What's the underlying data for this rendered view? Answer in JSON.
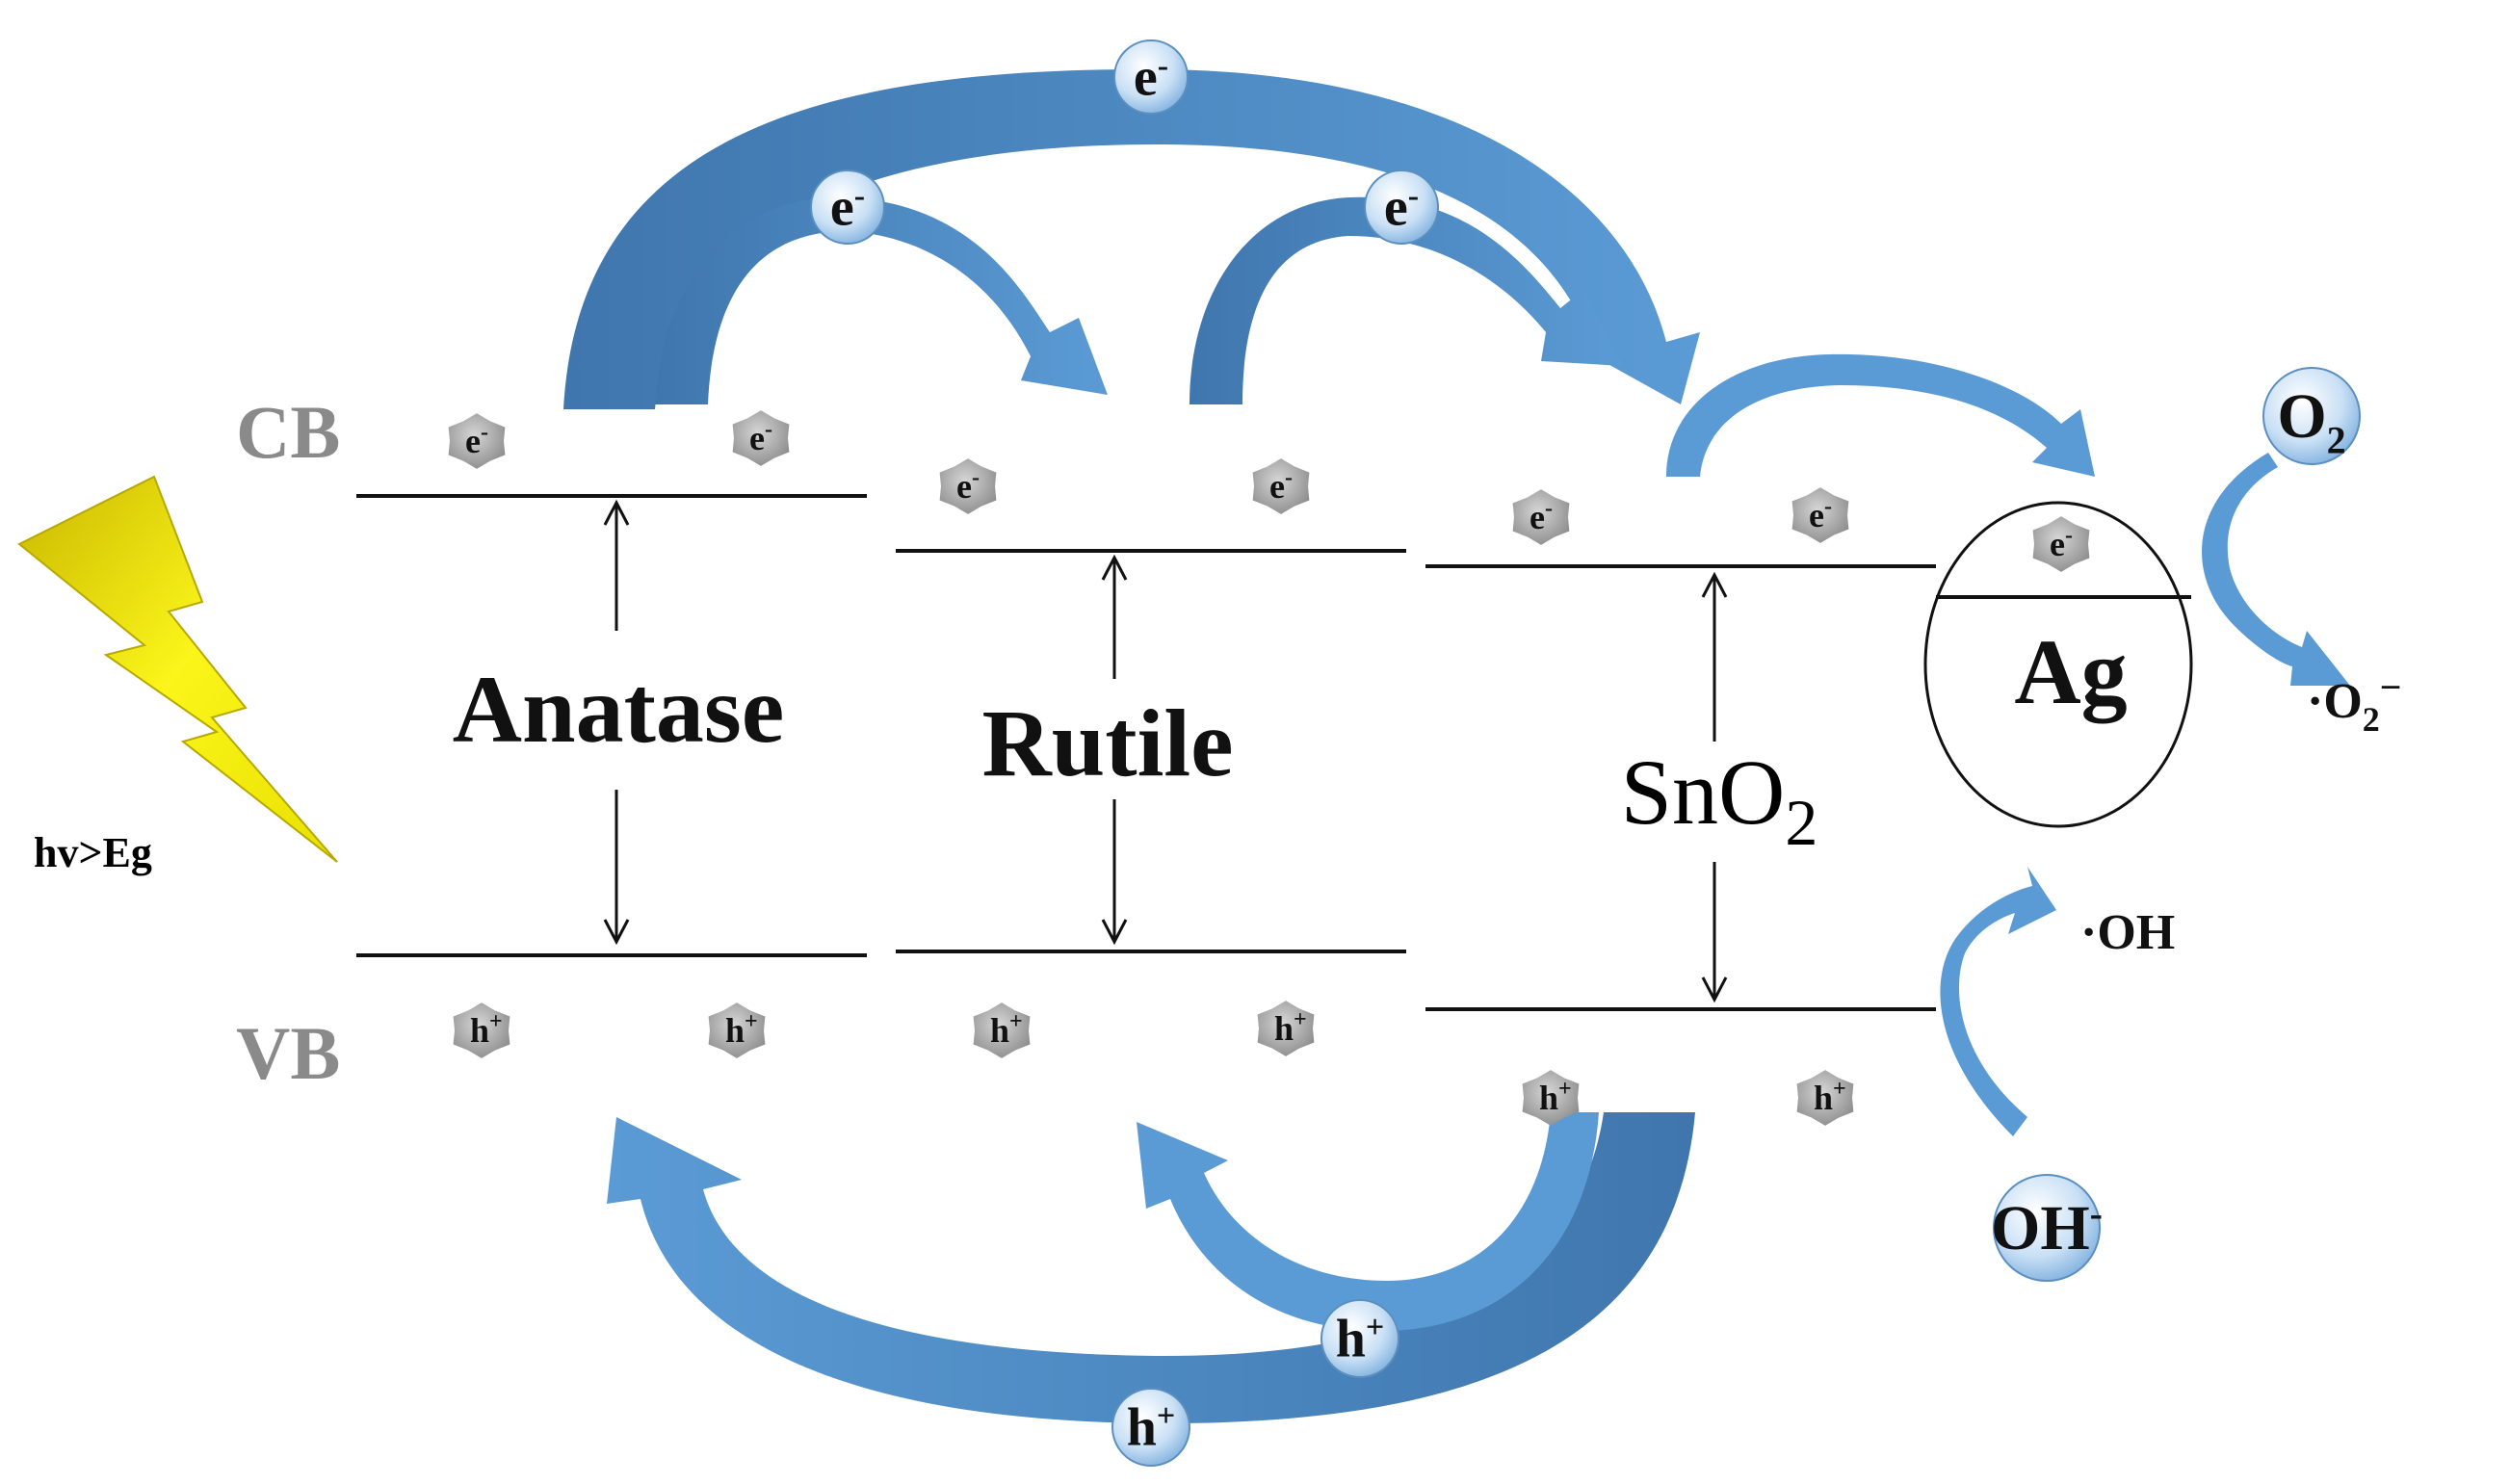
{
  "figure": {
    "band_labels": {
      "cb": "CB",
      "vb": "VB"
    },
    "light": {
      "label": "hv>Eg"
    },
    "materials": [
      {
        "name": "Anatase"
      },
      {
        "name": "Rutile"
      },
      {
        "name": "SnO",
        "sub": "2"
      }
    ],
    "ag": {
      "name": "Ag"
    },
    "carriers": {
      "electron": {
        "base": "e",
        "sup": "-"
      },
      "hole": {
        "base": "h",
        "sup": "+"
      }
    },
    "species": {
      "o2": {
        "base": "O",
        "sub": "2"
      },
      "superoxide": {
        "prefix": "·O",
        "sub": "2",
        "sup": "−"
      },
      "hydroxyl_radical": {
        "text": "·OH"
      },
      "hydroxide": {
        "base": "OH",
        "sup": "-"
      }
    },
    "colors": {
      "arrow_blue": "#5b9bd5",
      "arrow_dark_blue": "#3f76ad",
      "bubble_fill": "#bcd8f2",
      "carrier_gray": "#9a9a9a",
      "bolt_yellow": "#f2ee12",
      "band_label_gray": "#8a8a8a"
    }
  }
}
